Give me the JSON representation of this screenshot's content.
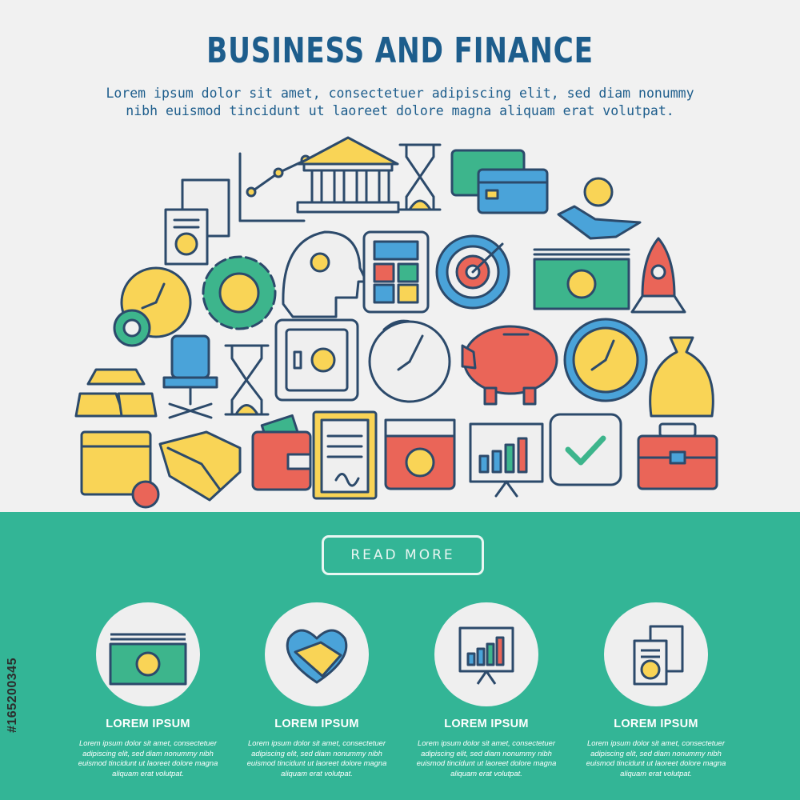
{
  "header": {
    "title": "BUSINESS AND FINANCE",
    "subtitle": "Lorem ipsum dolor sit amet, consectetuer adipiscing elit, sed diam nonummy nibh euismod tincidunt ut laoreet dolore magna aliquam erat volutpat."
  },
  "colors": {
    "navy": "#1d5d8c",
    "teal": "#33b596",
    "yellow": "#f9d456",
    "red": "#ea6558",
    "green": "#3db58c",
    "blue": "#4aa3d9",
    "outline": "#2c4a6b"
  },
  "illustration": {
    "icons": [
      "document-icon",
      "growth-chart-icon",
      "bank-icon",
      "hourglass-icon",
      "credit-card-icon",
      "hand-coin-icon",
      "clock-icon",
      "gear-dollar-icon",
      "head-idea-icon",
      "calculator-icon",
      "target-icon",
      "money-stack-icon",
      "rocket-icon",
      "gold-bars-icon",
      "office-chair-icon",
      "hourglass-icon",
      "safe-icon",
      "stopwatch-icon",
      "piggy-bank-icon",
      "clock-icon",
      "money-bag-icon",
      "calendar-icon",
      "handshake-icon",
      "wallet-icon",
      "contract-icon",
      "dollar-calendar-icon",
      "presentation-chart-icon",
      "checkmark-icon",
      "briefcase-icon"
    ]
  },
  "cta": {
    "label": "READ MORE"
  },
  "features": [
    {
      "icon": "money-stack-icon",
      "title": "LOREM IPSUM",
      "text": "Lorem ipsum dolor sit amet, consectetuer adipiscing elit, sed diam nonummy nibh euismod tincidunt ut laoreet dolore magna aliquam erat volutpat."
    },
    {
      "icon": "handshake-icon",
      "title": "LOREM IPSUM",
      "text": "Lorem ipsum dolor sit amet, consectetuer adipiscing elit, sed diam nonummy nibh euismod tincidunt ut laoreet dolore magna aliquam erat volutpat."
    },
    {
      "icon": "presentation-chart-icon",
      "title": "LOREM IPSUM",
      "text": "Lorem ipsum dolor sit amet, consectetuer adipiscing elit, sed diam nonummy nibh euismod tincidunt ut laoreet dolore magna aliquam erat volutpat."
    },
    {
      "icon": "document-icon",
      "title": "LOREM IPSUM",
      "text": "Lorem ipsum dolor sit amet, consectetuer adipiscing elit, sed diam nonummy nibh euismod tincidunt ut laoreet dolore magna aliquam erat volutpat."
    }
  ],
  "stock_id": "#165200345"
}
